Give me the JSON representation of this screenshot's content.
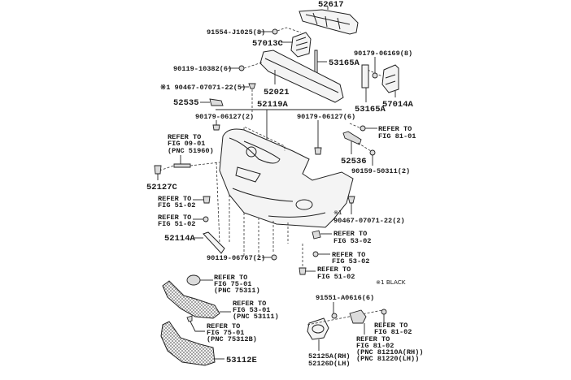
{
  "diagram": {
    "title": "Front bumper & bumper cover parts diagram",
    "labels": {
      "p52617": "52617",
      "p91554": "91554-J1025(8)",
      "p57013c": "57013C",
      "p90179_06169": "90179-06169(8)",
      "p90119_10382": "90119-10382(6)",
      "p53165a_top": "53165A",
      "p90467_5": "※1 90467-07071-22(5)",
      "p52021": "52021",
      "p52535": "52535",
      "p52119a": "52119A",
      "p53165a_bot": "53165A",
      "p57014a": "57014A",
      "p90179_06127_2": "90179-06127(2)",
      "p90179_06127_6": "90179-06127(6)",
      "ref_fig_81_01": [
        "REFER TO",
        "FIG 81-01"
      ],
      "ref_fig_09_01": [
        "REFER TO",
        "FIG 09-01",
        "(PNC 51960)"
      ],
      "p52536": "52536",
      "p90159": "90159-50311(2)",
      "p52127c": "52127C",
      "ref_fig_51_02_a": [
        "REFER TO",
        "FIG 51-02"
      ],
      "ref_fig_51_02_b": [
        "REFER TO",
        "FIG 51-02"
      ],
      "p90467_2_mark": "※1",
      "p90467_2": "90467-07071-22(2)",
      "p52114a": "52114A",
      "ref_fig_53_02_a": [
        "REFER TO",
        "FIG 53-02"
      ],
      "ref_fig_53_02_b": [
        "REFER TO",
        "FIG 53-02"
      ],
      "p90119_06767": "90119-06767(2)",
      "ref_fig_51_02_c": [
        "REFER TO",
        "FIG 51-02"
      ],
      "note_black": "※1 BLACK",
      "ref_fig_75_01_a": [
        "REFER TO",
        "FIG 75-01",
        "(PNC 75311)"
      ],
      "ref_fig_53_01": [
        "REFER TO",
        "FIG 53-01",
        "(PNC 53111)"
      ],
      "ref_fig_75_01_b": [
        "REFER TO",
        "FIG 75-01",
        "(PNC 75312B)"
      ],
      "p53112e": "53112E",
      "p91551": "91551-A0616(6)",
      "ref_fig_81_02_a": [
        "REFER TO",
        "FIG 81-02"
      ],
      "ref_fig_81_02_b": [
        "REFER TO",
        "FIG 81-02",
        "(PNC 81210A(RH))",
        "(PNC 81220(LH))"
      ],
      "p52125a": "52125A(RH)",
      "p52126d": "52126D(LH)"
    }
  }
}
